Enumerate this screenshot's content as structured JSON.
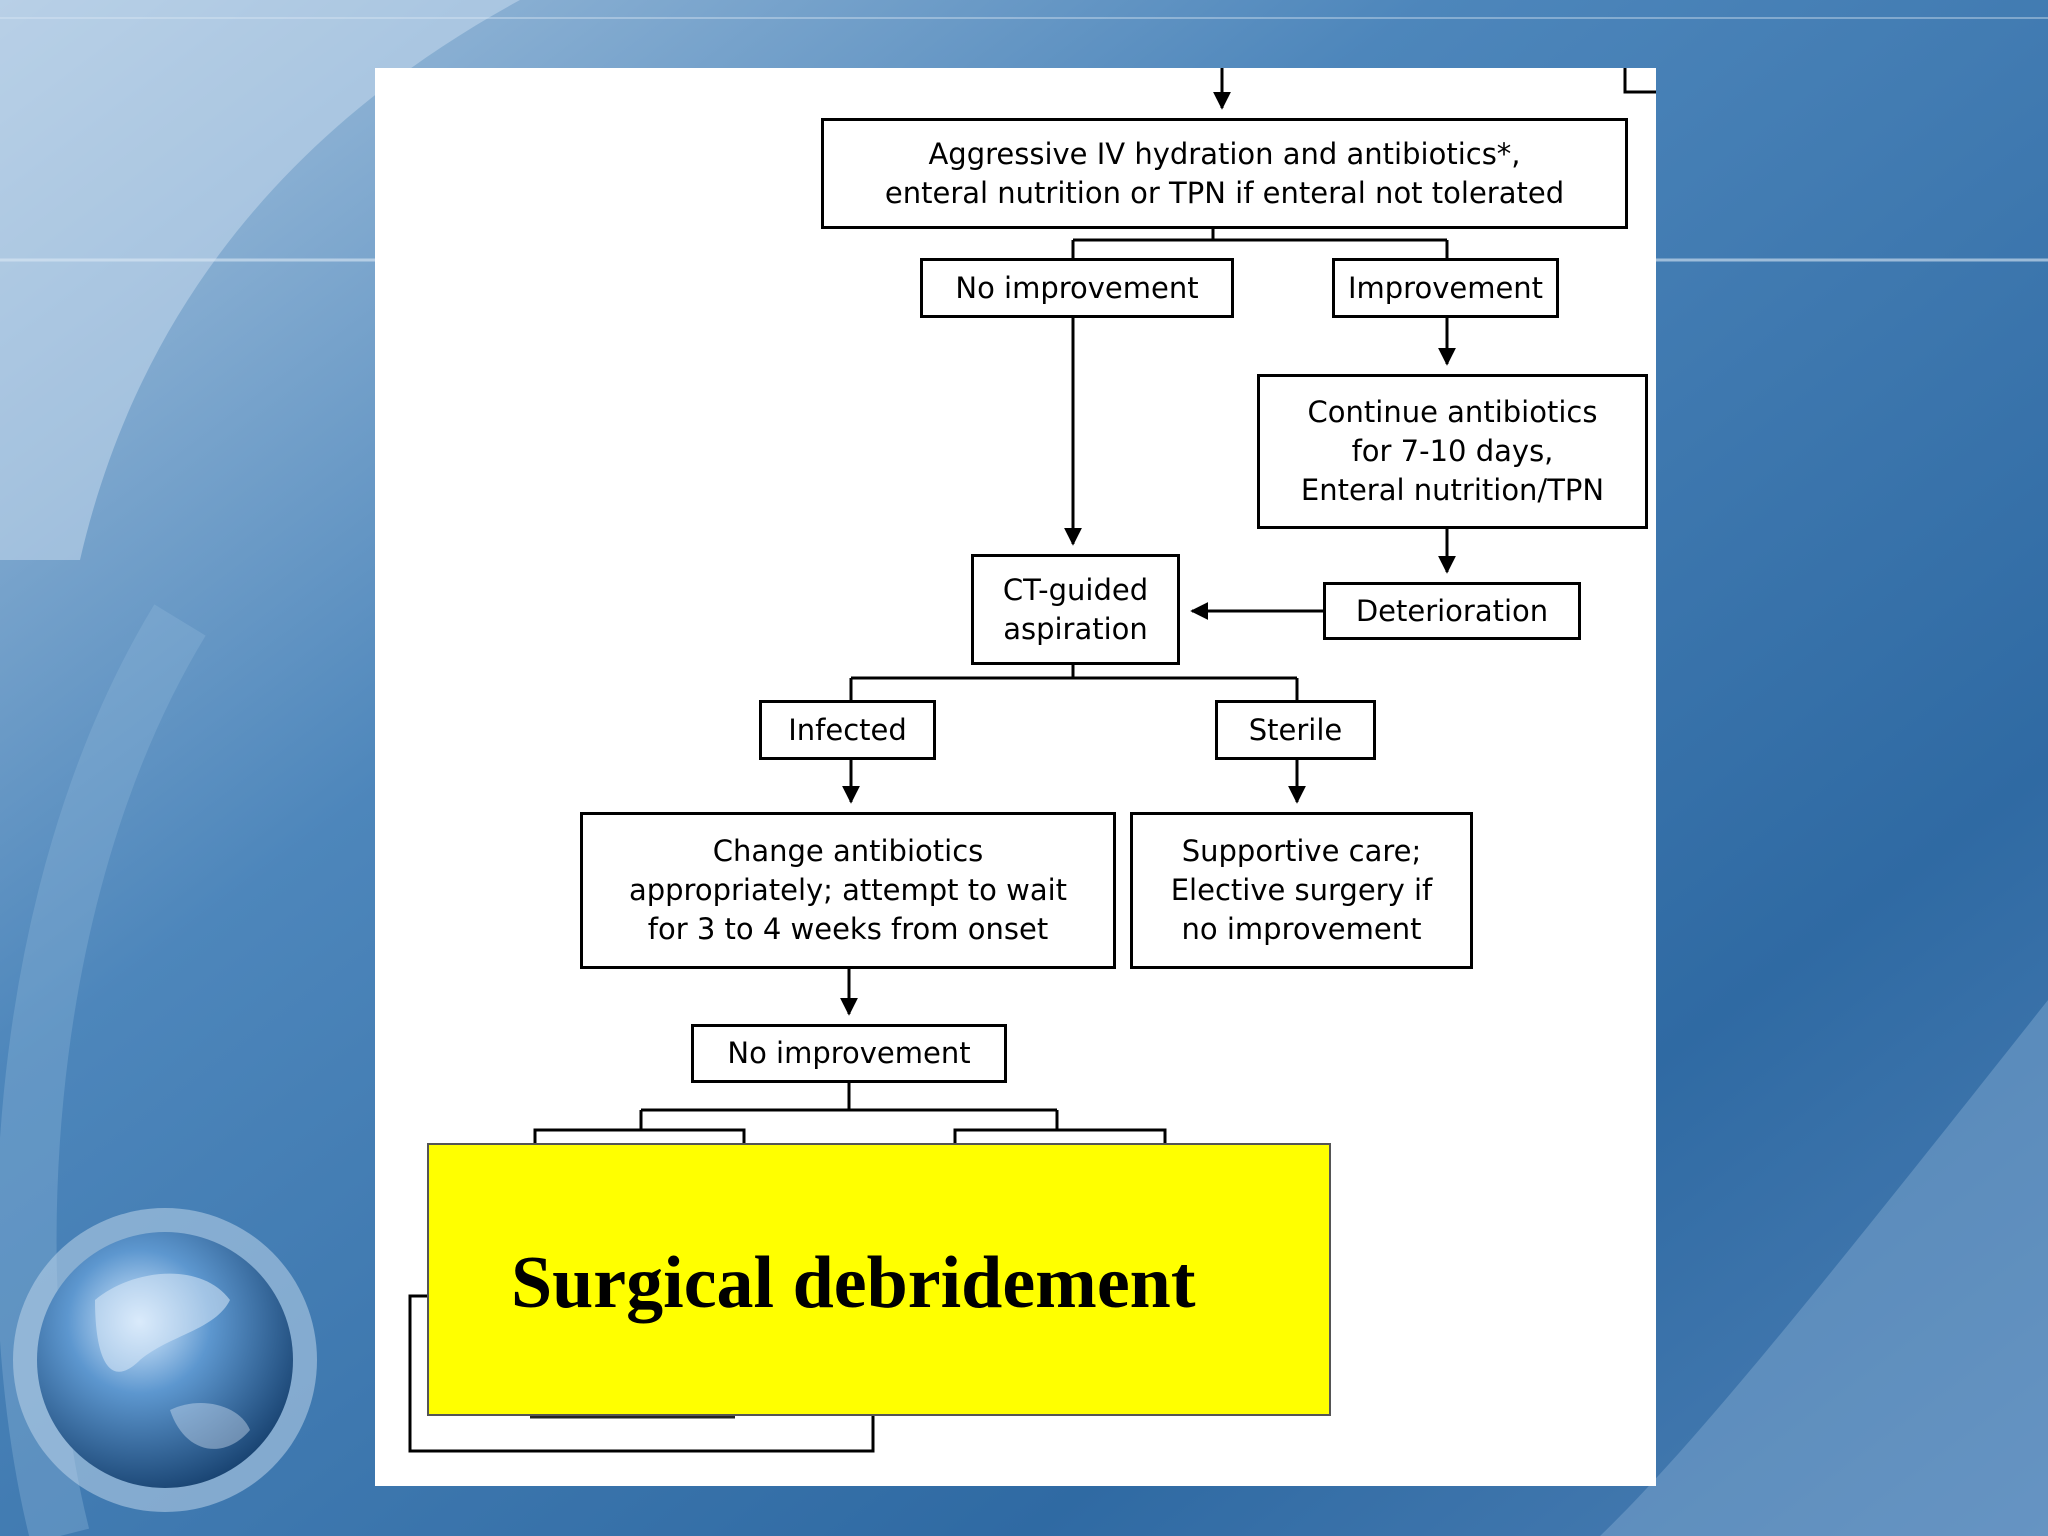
{
  "colors": {
    "background_dark": "#2e6ba5",
    "background_light": "#a8c6e0",
    "panel": "#ffffff",
    "highlight": "#ffff00"
  },
  "flowchart": {
    "hydration": "Aggressive IV hydration and antibiotics*,\nenteral nutrition or TPN if enteral not tolerated",
    "no_improvement_1": "No improvement",
    "improvement": "Improvement",
    "continue_antibiotics": "Continue antibiotics\nfor 7-10 days,\nEnteral nutrition/TPN",
    "ct_aspiration": "CT-guided\naspiration",
    "deterioration": "Deterioration",
    "infected": "Infected",
    "sterile": "Sterile",
    "change_antibiotics": "Change antibiotics\nappropriately; attempt to wait\nfor 3 to 4 weeks from onset",
    "supportive_care": "Supportive care;\nElective surgery if\nno improvement",
    "no_improvement_2": "No improvement"
  },
  "callout": {
    "text": "Surgical debridement"
  }
}
